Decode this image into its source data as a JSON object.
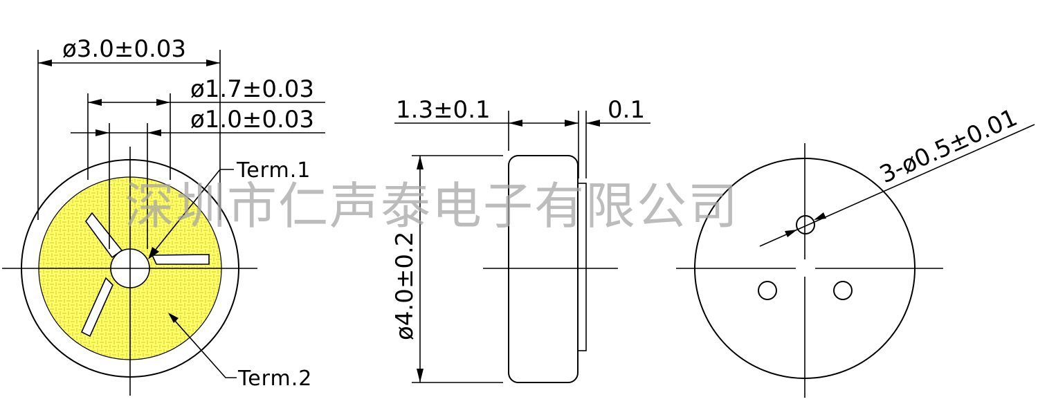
{
  "front_view": {
    "outer_diameter_label": "ø3.0±0.03",
    "mid_diameter_label": "ø1.7±0.03",
    "inner_diameter_label": "ø1.0±0.03",
    "term1_label": "Term.1",
    "term2_label": "Term.2",
    "fill_color": "#ffff66"
  },
  "side_view": {
    "thickness_label": "1.3±0.1",
    "plate_label": "0.1",
    "height_label": "ø4.0±0.2"
  },
  "back_view": {
    "hole_label": "3-ø0.5±0.01"
  },
  "watermark": {
    "text": "深圳市仁声泰电子有限公司"
  }
}
